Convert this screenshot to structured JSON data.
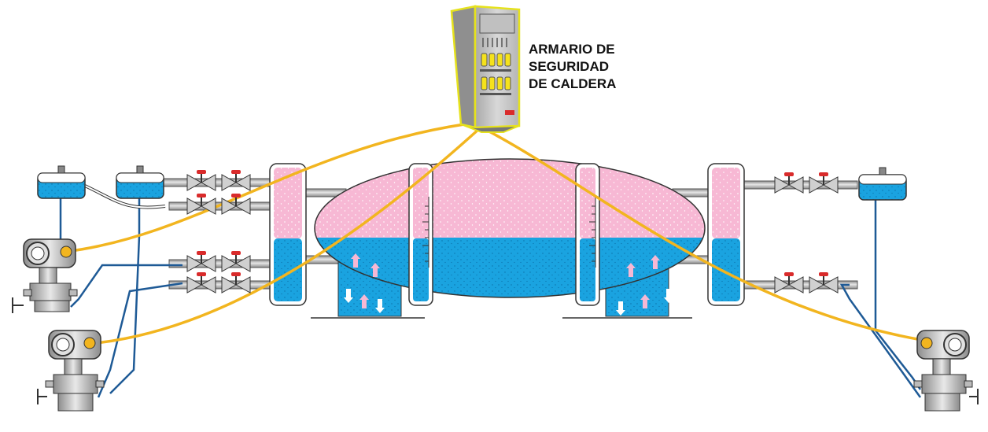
{
  "cabinet": {
    "label_lines": [
      "ARMARIO DE",
      "SEGURIDAD",
      "DE CALDERA"
    ]
  },
  "colors": {
    "steam": "#f7b8d4",
    "water": "#1aa3e0",
    "signal_cable": "#f2b51f",
    "impulse_line": "#1e5a96",
    "valve_handle": "#d92b2b",
    "pipe": "#c8c8c8",
    "cabinet_body": "#c9c9c9",
    "cabinet_outline": "#e6e21c"
  },
  "icons": [
    "safety-cabinet-icon",
    "pressure-transmitter-icon",
    "condensate-pot-icon",
    "isolation-valve-icon",
    "level-gauge-icon"
  ]
}
